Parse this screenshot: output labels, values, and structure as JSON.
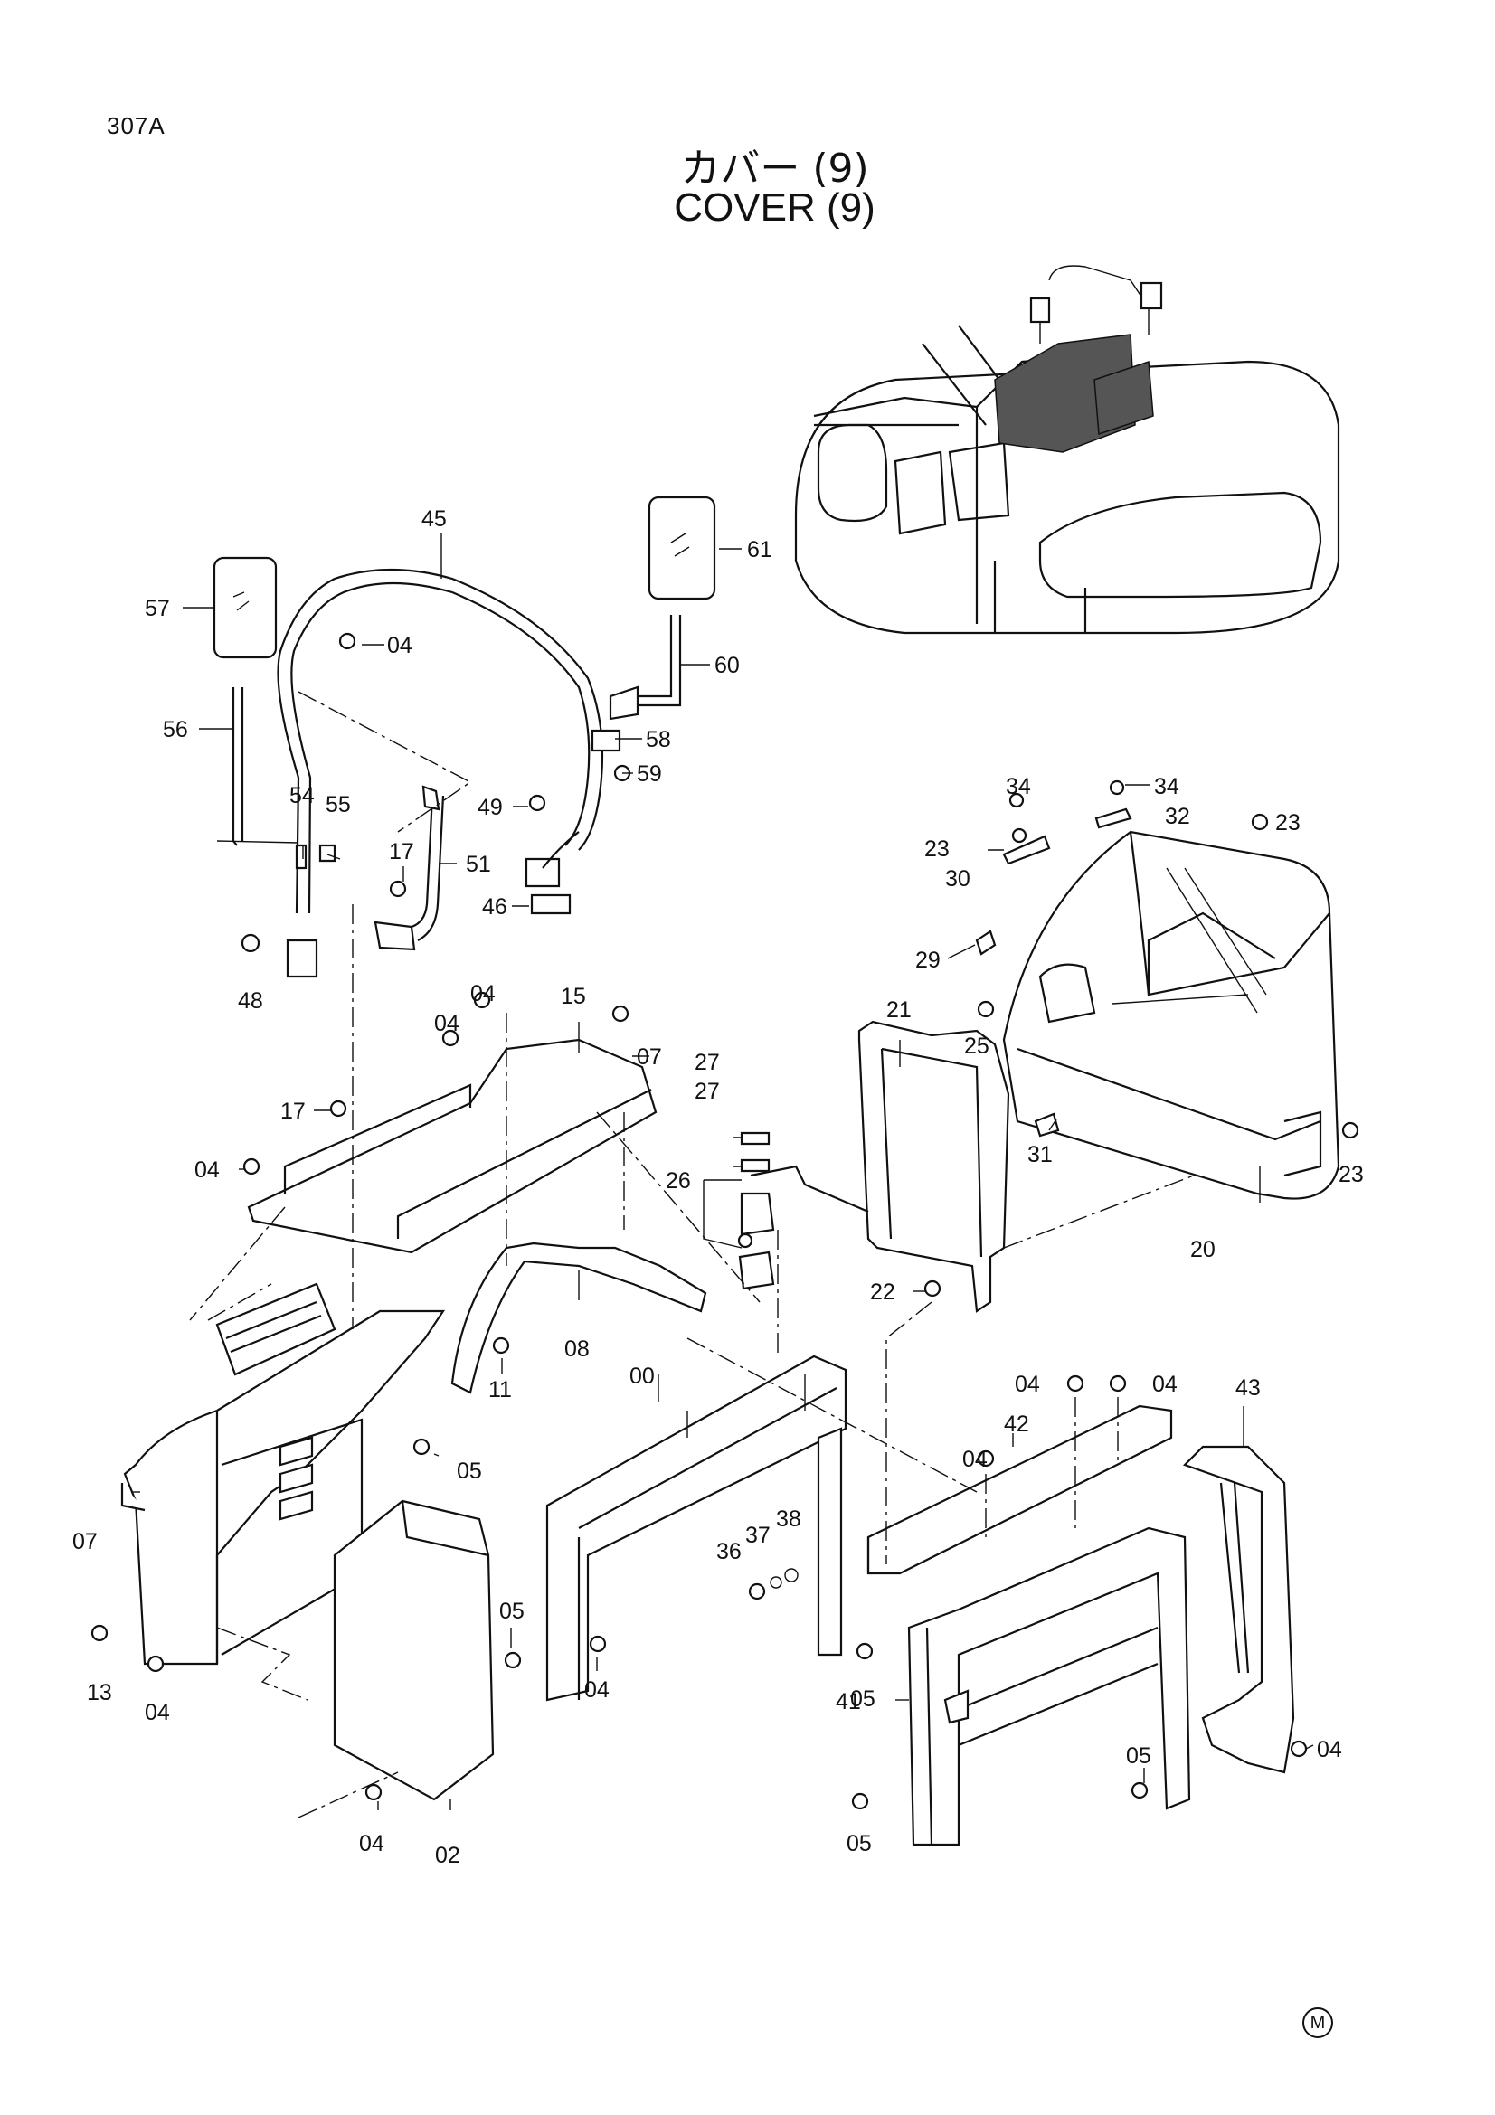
{
  "page_code": "307A",
  "title_jp": "カバー (9)",
  "title_en": "COVER (9)",
  "mark": "M",
  "labels": [
    {
      "id": "45",
      "text": "45"
    },
    {
      "id": "61",
      "text": "61"
    },
    {
      "id": "57",
      "text": "57"
    },
    {
      "id": "04a",
      "text": "04"
    },
    {
      "id": "60",
      "text": "60"
    },
    {
      "id": "56",
      "text": "56"
    },
    {
      "id": "58",
      "text": "58"
    },
    {
      "id": "59",
      "text": "59"
    },
    {
      "id": "49",
      "text": "49"
    },
    {
      "id": "54",
      "text": "54"
    },
    {
      "id": "55",
      "text": "55"
    },
    {
      "id": "17a",
      "text": "17"
    },
    {
      "id": "51",
      "text": "51"
    },
    {
      "id": "46",
      "text": "46"
    },
    {
      "id": "48",
      "text": "48"
    },
    {
      "id": "04b",
      "text": "04"
    },
    {
      "id": "15",
      "text": "15"
    },
    {
      "id": "04c",
      "text": "04"
    },
    {
      "id": "07a",
      "text": "07"
    },
    {
      "id": "17b",
      "text": "17"
    },
    {
      "id": "04d",
      "text": "04"
    },
    {
      "id": "27a",
      "text": "27"
    },
    {
      "id": "27b",
      "text": "27"
    },
    {
      "id": "26",
      "text": "26"
    },
    {
      "id": "21",
      "text": "21"
    },
    {
      "id": "34a",
      "text": "34"
    },
    {
      "id": "34b",
      "text": "34"
    },
    {
      "id": "32",
      "text": "32"
    },
    {
      "id": "23a",
      "text": "23"
    },
    {
      "id": "23b",
      "text": "23"
    },
    {
      "id": "30",
      "text": "30"
    },
    {
      "id": "29",
      "text": "29"
    },
    {
      "id": "25",
      "text": "25"
    },
    {
      "id": "31",
      "text": "31"
    },
    {
      "id": "23c",
      "text": "23"
    },
    {
      "id": "20",
      "text": "20"
    },
    {
      "id": "22",
      "text": "22"
    },
    {
      "id": "08",
      "text": "08"
    },
    {
      "id": "11",
      "text": "11"
    },
    {
      "id": "00",
      "text": "00"
    },
    {
      "id": "05a",
      "text": "05"
    },
    {
      "id": "07b",
      "text": "07"
    },
    {
      "id": "13",
      "text": "13"
    },
    {
      "id": "04e",
      "text": "04"
    },
    {
      "id": "05b",
      "text": "05"
    },
    {
      "id": "04f",
      "text": "04"
    },
    {
      "id": "04g",
      "text": "04"
    },
    {
      "id": "02",
      "text": "02"
    },
    {
      "id": "36",
      "text": "36"
    },
    {
      "id": "37",
      "text": "37"
    },
    {
      "id": "38",
      "text": "38"
    },
    {
      "id": "05c",
      "text": "05"
    },
    {
      "id": "04h",
      "text": "04"
    },
    {
      "id": "04i",
      "text": "04"
    },
    {
      "id": "43",
      "text": "43"
    },
    {
      "id": "42",
      "text": "42"
    },
    {
      "id": "04j",
      "text": "04"
    },
    {
      "id": "41",
      "text": "41"
    },
    {
      "id": "05d",
      "text": "05"
    },
    {
      "id": "05e",
      "text": "05"
    },
    {
      "id": "04k",
      "text": "04"
    }
  ]
}
